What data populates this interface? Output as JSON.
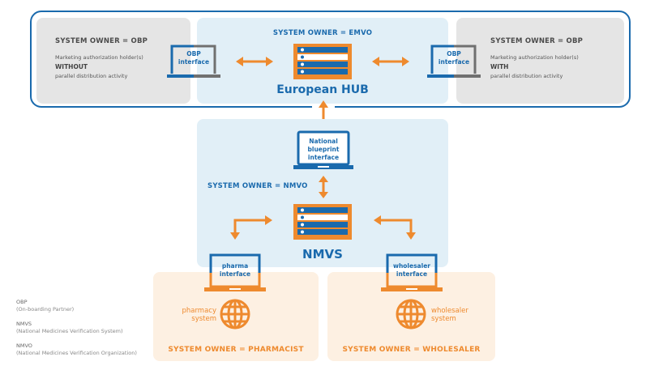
{
  "top_row": {
    "left_panel": {
      "owner": "SYSTEM OWNER = OBP",
      "desc_line1": "Marketing authorization holder(s)",
      "desc_line2": "WITHOUT",
      "desc_line3": "parallel distribution activity",
      "interface_line1": "OBP",
      "interface_line2": "interface"
    },
    "hub_panel": {
      "owner": "SYSTEM OWNER = EMVO",
      "title": "European HUB"
    },
    "right_panel": {
      "owner": "SYSTEM OWNER = OBP",
      "desc_line1": "Marketing authorization holder(s)",
      "desc_line2": "WITH",
      "desc_line3": "parallel distribution activity",
      "interface_line1": "OBP",
      "interface_line2": "interface"
    }
  },
  "nmvs_panel": {
    "interface_line1": "National",
    "interface_line2": "blueprint",
    "interface_line3": "interface",
    "owner": "SYSTEM OWNER = NMVO",
    "title": "NMVS"
  },
  "bottom_row": {
    "pharmacy": {
      "interface_line1": "pharma",
      "interface_line2": "interface",
      "system_line1": "pharmacy",
      "system_line2": "system",
      "owner": "SYSTEM OWNER = PHARMACIST"
    },
    "wholesaler": {
      "interface_line1": "wholesaler",
      "interface_line2": "interface",
      "system_line1": "wholesaler",
      "system_line2": "system",
      "owner": "SYSTEM OWNER = WHOLESALER"
    }
  },
  "legend": [
    {
      "abbr": "OBP",
      "full": "(On-boarding Partner)"
    },
    {
      "abbr": "NMVS",
      "full": "(National Medicines Verification System)"
    },
    {
      "abbr": "NMVO",
      "full": "(National Medicines Verification Organization)"
    }
  ],
  "colors": {
    "blue": "#1a6aad",
    "orange": "#ee8a2e",
    "grey_panel": "#e5e5e5",
    "blue_panel": "#e1eff7",
    "orange_panel": "#fdf0e2"
  }
}
